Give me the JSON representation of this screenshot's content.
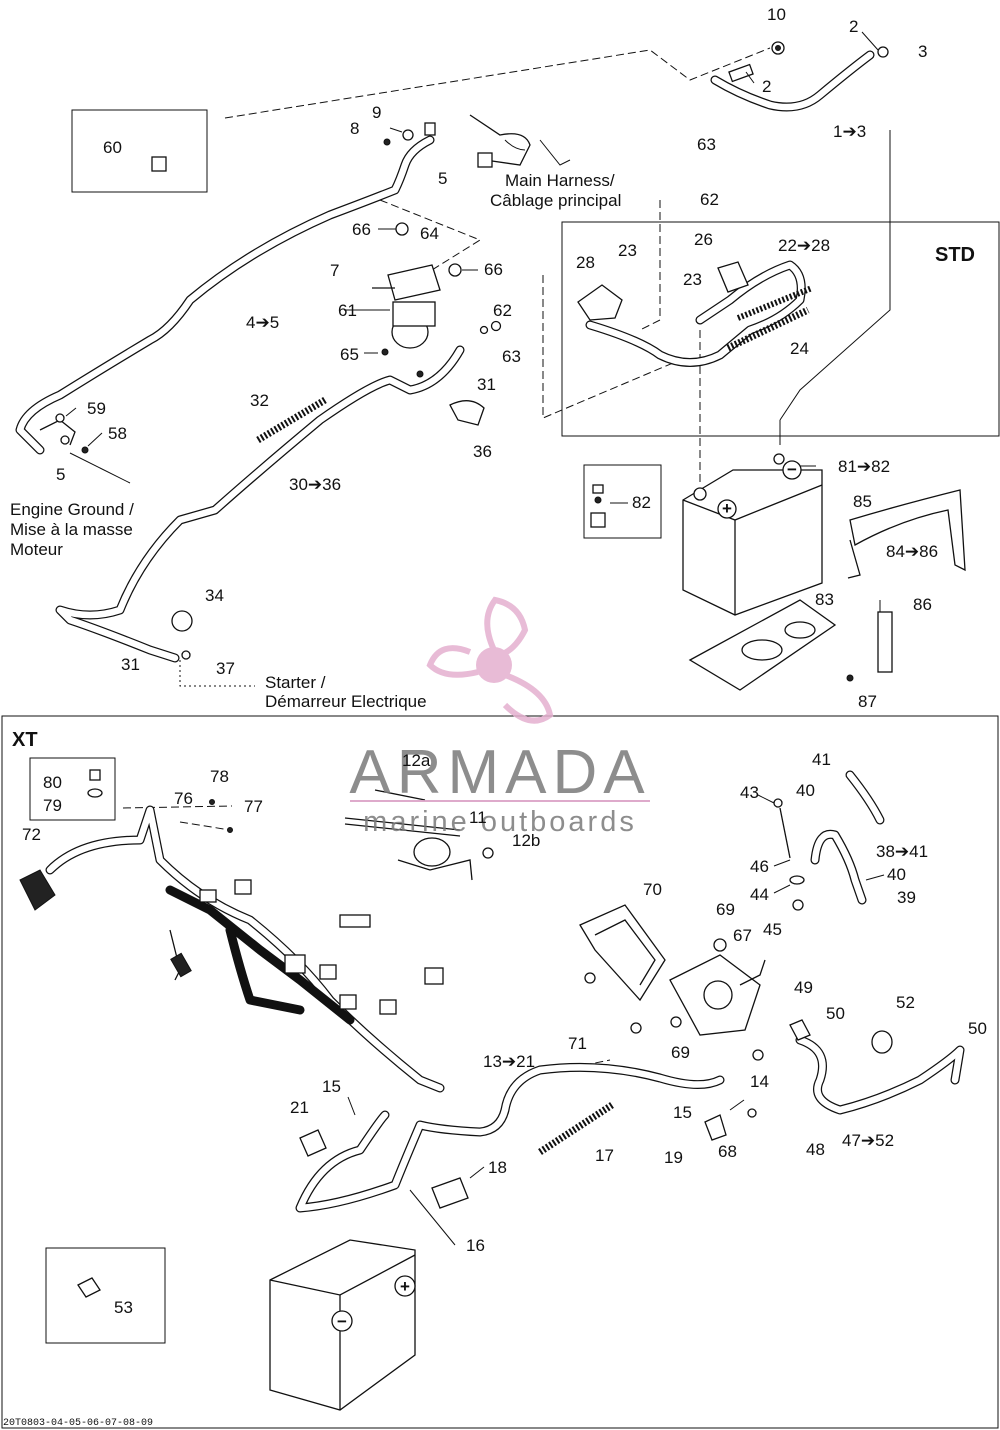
{
  "diagram": {
    "footer_code": "20T0803-04-05-06-07-08-09",
    "watermark": {
      "brand": "ARMADA",
      "tagline": "marine outboards"
    },
    "sections": {
      "std": "STD",
      "xt": "XT"
    },
    "notes": {
      "main_harness_en": "Main Harness/",
      "main_harness_fr": "Câblage principal",
      "engine_ground_en": "Engine Ground /",
      "engine_ground_fr": "Mise à la masse",
      "engine_ground_fr2": "Moteur",
      "starter_en": "Starter /",
      "starter_fr": "Démarreur Electrique"
    },
    "callouts": {
      "c10": "10",
      "c2a": "2",
      "c3": "3",
      "c2b": "2",
      "c1to3": "1➔3",
      "c9": "9",
      "c8": "8",
      "c5a": "5",
      "c60": "60",
      "c63a": "63",
      "c62a": "62",
      "c66a": "66",
      "c64": "64",
      "c7": "7",
      "c66b": "66",
      "c61": "61",
      "c62b": "62",
      "c63b": "63",
      "c65": "65",
      "c31a": "31",
      "c26": "26",
      "c22to28": "22➔28",
      "c28": "28",
      "c23a": "23",
      "c23b": "23",
      "c24": "24",
      "c4to5": "4➔5",
      "c32": "32",
      "c59": "59",
      "c58": "58",
      "c5b": "5",
      "c36": "36",
      "c30to36": "30➔36",
      "c81to82": "81➔82",
      "c82": "82",
      "c85": "85",
      "c84to86": "84➔86",
      "c83": "83",
      "c86": "86",
      "c87": "87",
      "c34": "34",
      "c31b": "31",
      "c37": "37",
      "c12a": "12a",
      "c11": "11",
      "c12b": "12b",
      "c80": "80",
      "c79": "79",
      "c76": "76",
      "c78": "78",
      "c77": "77",
      "c72": "72",
      "c41": "41",
      "c43": "43",
      "c40a": "40",
      "c38to41": "38➔41",
      "c46": "46",
      "c40b": "40",
      "c44": "44",
      "c39": "39",
      "c45": "45",
      "c70": "70",
      "c69a": "69",
      "c67": "67",
      "c49": "49",
      "c50a": "50",
      "c52": "52",
      "c50b": "50",
      "c71": "71",
      "c69b": "69",
      "c13to21": "13➔21",
      "c14": "14",
      "c15a": "15",
      "c15b": "15",
      "c21": "21",
      "c17": "17",
      "c19": "19",
      "c68": "68",
      "c48": "48",
      "c47to52": "47➔52",
      "c18": "18",
      "c16": "16",
      "c53": "53"
    }
  }
}
